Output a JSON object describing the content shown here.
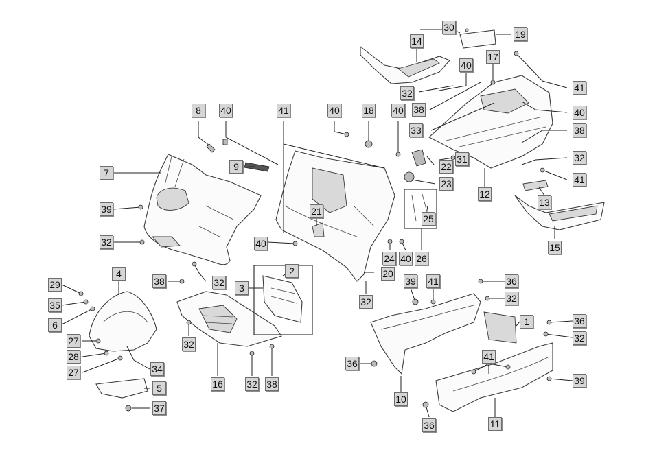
{
  "diagram": {
    "labels": {
      "l1": "1",
      "l2": "2",
      "l3": "3",
      "l4": "4",
      "l5": "5",
      "l6": "6",
      "l7": "7",
      "l8": "8",
      "l9": "9",
      "l10": "10",
      "l11": "11",
      "l12": "12",
      "l13": "13",
      "l14": "14",
      "l15": "15",
      "l16": "16",
      "l17": "17",
      "l18": "18",
      "l19": "19",
      "l20": "20",
      "l21": "21",
      "l22": "22",
      "l23": "23",
      "l24": "24",
      "l25": "25",
      "l26": "26",
      "l27a": "27",
      "l27b": "27",
      "l28": "28",
      "l29": "29",
      "l30": "30",
      "l31": "31",
      "l32a": "32",
      "l32b": "32",
      "l32c": "32",
      "l32d": "32",
      "l32e": "32",
      "l32f": "32",
      "l32g": "32",
      "l32h": "32",
      "l32i": "32",
      "l33": "33",
      "l34": "34",
      "l35": "35",
      "l36a": "36",
      "l36b": "36",
      "l36c": "36",
      "l36d": "36",
      "l37": "37",
      "l38a": "38",
      "l38b": "38",
      "l38c": "38",
      "l38d": "38",
      "l39a": "39",
      "l39b": "39",
      "l39c": "39",
      "l40a": "40",
      "l40b": "40",
      "l40c": "40",
      "l40d": "40",
      "l40e": "40",
      "l40f": "40",
      "l40g": "40",
      "l41a": "41",
      "l41b": "41",
      "l41c": "41",
      "l41d": "41",
      "l41e": "41"
    }
  }
}
